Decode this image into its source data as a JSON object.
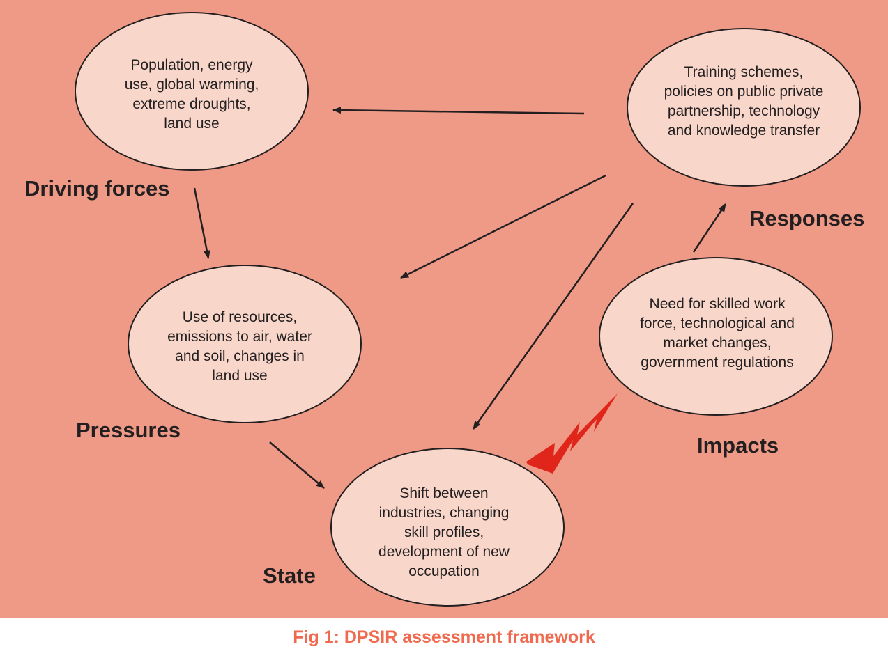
{
  "colors": {
    "background": "#ee9a86",
    "ellipse_fill": "#f8d6ca",
    "ink": "#231f20",
    "lightning": "#e0251b",
    "caption": "#ef6a4f"
  },
  "nodes": {
    "driving_forces": {
      "label": "Driving forces",
      "text": "Population, energy\nuse, global warming,\nextreme droughts,\nland use"
    },
    "pressures": {
      "label": "Pressures",
      "text": "Use of resources,\nemissions to air, water\nand soil, changes in\nland use"
    },
    "state": {
      "label": "State",
      "text": "Shift between\nindustries, changing\nskill profiles,\ndevelopment of new\noccupation"
    },
    "impacts": {
      "label": "Impacts",
      "text": "Need for skilled work\nforce, technological and\nmarket changes,\ngovernment regulations"
    },
    "responses": {
      "label": "Responses",
      "text": "Training schemes,\npolicies on public private\npartnership, technology\nand knowledge transfer"
    }
  },
  "caption": "Fig 1: DPSIR assessment framework"
}
